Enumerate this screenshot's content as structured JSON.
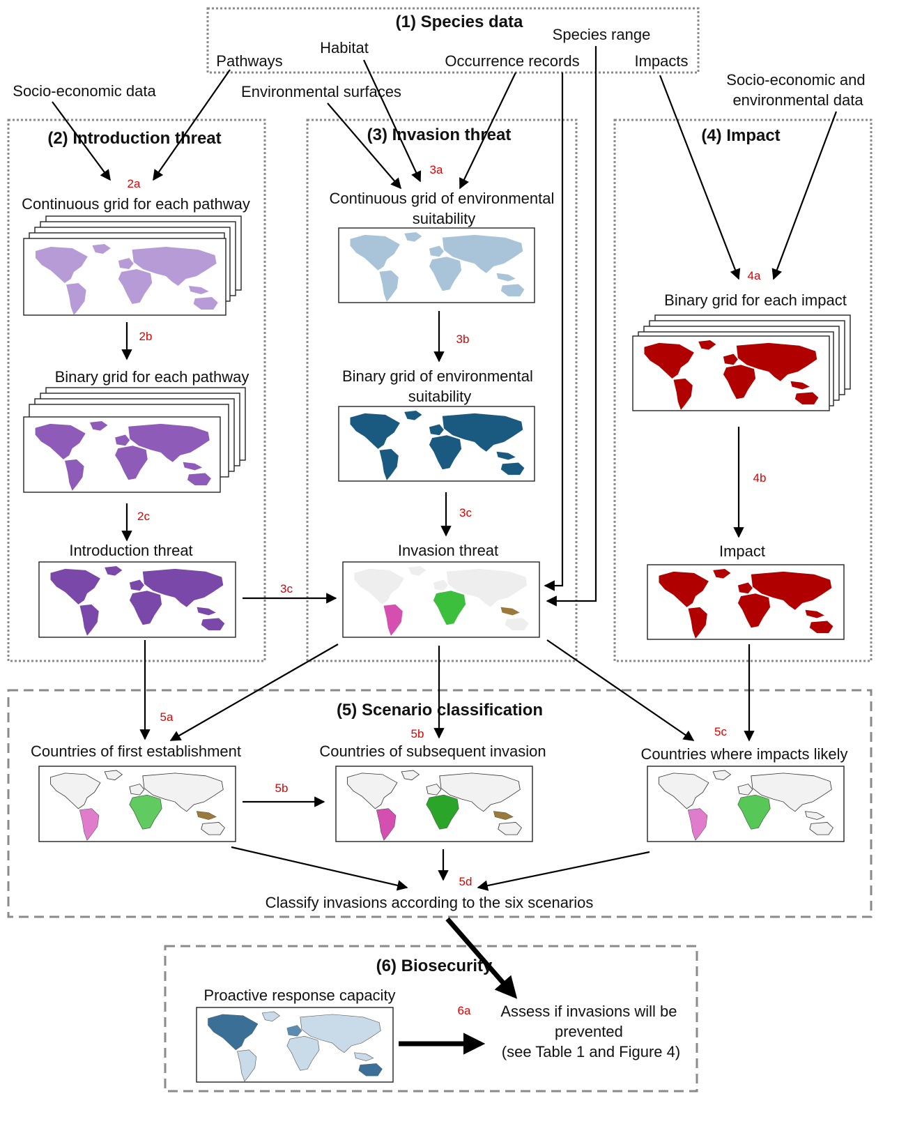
{
  "colors": {
    "step_label": "#e00000",
    "box_border": "#8a8a8a",
    "introduction_map": "#8e5bb8",
    "suitability_continuous_map": "#a9c4d8",
    "suitability_binary_map": "#1b5a80",
    "impact_map": "#b00000",
    "invasion_pink": "#d44fb0",
    "invasion_green": "#3cbf3c",
    "invasion_brown": "#9a7a3a",
    "biosecurity_map": "#3c6f96"
  },
  "sections": {
    "species_data": {
      "title": "(1) Species data",
      "items": {
        "pathways": "Pathways",
        "habitat": "Habitat",
        "occurrence_records": "Occurrence records",
        "species_range": "Species range",
        "impacts": "Impacts"
      }
    },
    "introduction": {
      "title": "(2) Introduction threat",
      "continuous_grid": "Continuous grid for each pathway",
      "binary_grid": "Binary grid for each pathway",
      "threat": "Introduction threat"
    },
    "invasion": {
      "title": "(3) Invasion threat",
      "continuous_grid": "Continuous grid of environmental suitability",
      "binary_grid": "Binary grid of environmental suitability",
      "threat": "Invasion threat"
    },
    "impact": {
      "title": "(4) Impact",
      "binary_grid": "Binary grid for each impact",
      "impact": "Impact"
    },
    "scenario": {
      "title": "(5) Scenario classification",
      "first_establishment": "Countries of first establishment",
      "subsequent_invasion": "Countries of subsequent invasion",
      "impacts_likely": "Countries where impacts likely",
      "classify": "Classify invasions according to the six scenarios"
    },
    "biosecurity": {
      "title": "(6) Biosecurity",
      "capacity": "Proactive response capacity",
      "assess": "Assess if invasions will be prevented (see Table 1 and Figure 4)"
    }
  },
  "inputs": {
    "socio_economic": "Socio-economic data",
    "environmental_surfaces": "Environmental surfaces",
    "socio_economic_env": "Socio-economic and environmental data"
  },
  "steps": {
    "s2a": "2a",
    "s2b": "2b",
    "s2c": "2c",
    "s3a": "3a",
    "s3b": "3b",
    "s3c_down": "3c",
    "s3c_side": "3c",
    "s4a": "4a",
    "s4b": "4b",
    "s5a": "5a",
    "s5b_down": "5b",
    "s5b_side": "5b",
    "s5c": "5c",
    "s5d": "5d",
    "s6a": "6a"
  }
}
